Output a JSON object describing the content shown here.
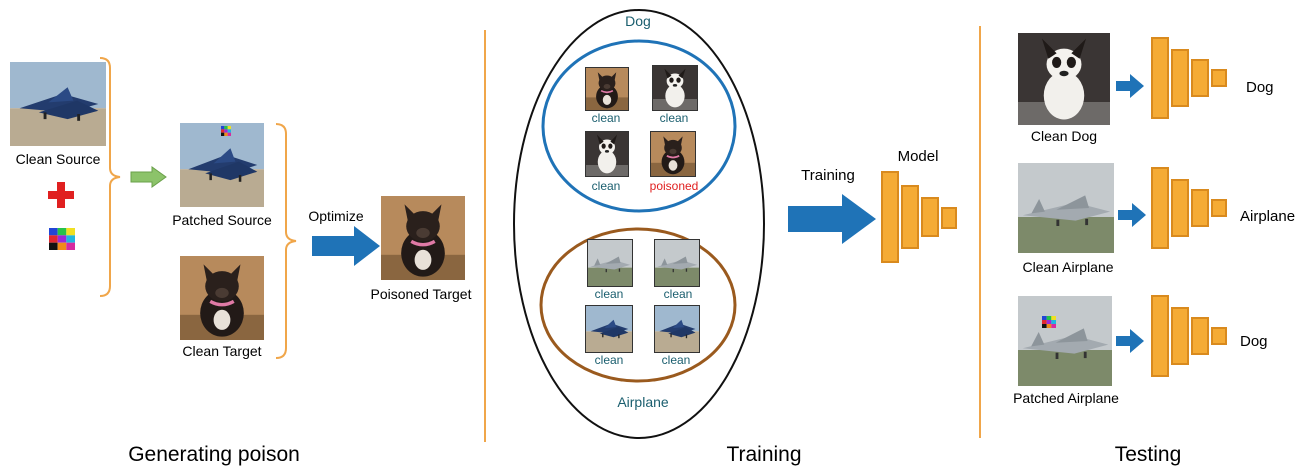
{
  "sections": {
    "generating": "Generating poison",
    "training": "Training",
    "testing": "Testing"
  },
  "generating": {
    "clean_source": "Clean Source",
    "patched_source": "Patched Source",
    "clean_target": "Clean Target",
    "optimize": "Optimize",
    "poisoned_target": "Poisoned Target"
  },
  "training": {
    "dog_title": "Dog",
    "airplane_title": "Airplane",
    "dog_samples": [
      "clean",
      "clean",
      "clean",
      "poisoned"
    ],
    "airplane_samples": [
      "clean",
      "clean",
      "clean",
      "clean"
    ],
    "arrow_label": "Training",
    "model_label": "Model"
  },
  "testing": {
    "rows": [
      {
        "input": "Clean Dog",
        "prediction": "Dog"
      },
      {
        "input": "Clean Airplane",
        "prediction": "Airplane"
      },
      {
        "input": "Patched Airplane",
        "prediction": "Dog"
      }
    ]
  },
  "colors": {
    "bracket": "#f0a64a",
    "arrow_blue": "#1f73b7",
    "arrow_green": "#8cc36a",
    "plus_red": "#e02020",
    "model_fill": "#f5ab35",
    "model_stroke": "#d98a1e",
    "dog_circle": "#1f73b7",
    "airplane_circle": "#9a5a1e",
    "clean_text": "#1a5e6e",
    "poisoned_text": "#e02020"
  }
}
